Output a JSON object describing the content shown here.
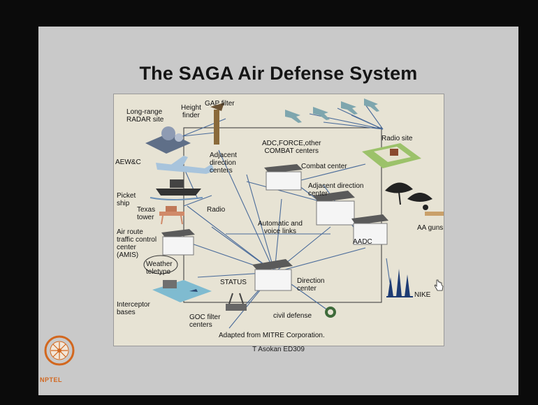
{
  "slide": {
    "title": "The SAGA Air Defense System",
    "footer": "T Asokan   ED309",
    "logo_text": "NPTEL"
  },
  "diagram": {
    "labels": {
      "long_range_radar": "Long-range\nRADAR site",
      "height_finder": "Height\nfinder",
      "gap_filter": "GAP filter",
      "adjacent_direction_centers": "Adjacent\ndirection\ncenters",
      "adc_force": "ADC,FORCE,other\nCOMBAT centers",
      "combat_center": "Combat center",
      "radio_site": "Radio site",
      "aewc": "AEW&C",
      "picket_ship": "Picket\nship",
      "texas_tower": "Texas\ntower",
      "radio": "Radio",
      "adjacent_direction_center": "Adjacent direction\ncenter",
      "automatic_voice_links": "Automatic and\nvoice links",
      "aa_guns": "AA guns",
      "air_route": "Air route\ntraffic control\ncenter\n(AMIS)",
      "aadc": "AADC",
      "weather_teletype": "Weather\nteletype",
      "status": "STATUS",
      "direction_center": "Direction\ncenter",
      "nike": "NIKE",
      "interceptor_bases": "Interceptor\nbases",
      "goc_filter_centers": "GOC filter\ncenters",
      "civil_defense": "civil defense",
      "credit": "Adapted from MITRE Corporation."
    }
  },
  "colors": {
    "background": "#0b0b0b",
    "slide": "#c9c9c9",
    "figure_bg": "#e7e3d4",
    "link_line": "#4a6b9a",
    "building_top": "#5a5a5a",
    "aircraft": "#7ea6ae",
    "logo": "#d2671e"
  }
}
